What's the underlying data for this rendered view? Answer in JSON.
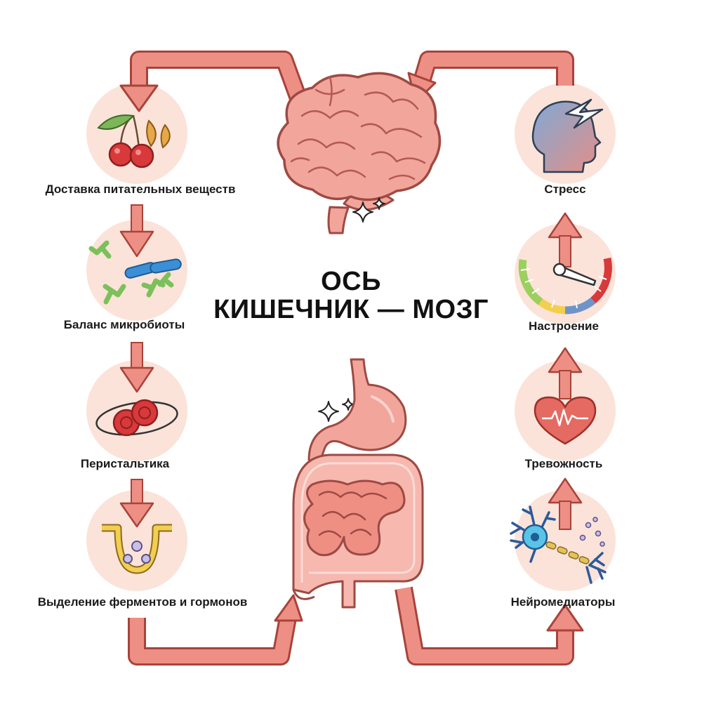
{
  "title": {
    "line1": "ОСЬ",
    "line2": "КИШЕЧНИК — МОЗГ"
  },
  "left_steps": [
    {
      "label": "Доставка питательных веществ",
      "icon": "cherries-icon"
    },
    {
      "label": "Баланс микробиоты",
      "icon": "bacteria-icon"
    },
    {
      "label": "Перистальтика",
      "icon": "cells-icon"
    },
    {
      "label": "Выделение ферментов и гормонов",
      "icon": "secretion-icon"
    }
  ],
  "right_steps": [
    {
      "label": "Стресс",
      "icon": "stressed-head-icon"
    },
    {
      "label": "Настроение",
      "icon": "mood-gauge-icon"
    },
    {
      "label": "Тревожность",
      "icon": "heart-pulse-icon"
    },
    {
      "label": "Нейромедиаторы",
      "icon": "neuron-icon"
    }
  ],
  "center_icons": [
    "brain-icon",
    "digestive-system-icon"
  ],
  "colors": {
    "circle": "#fbe3d9",
    "arrow": "#ee8f85",
    "arrow_stroke": "#a8433a",
    "organ": "#f2a59b",
    "organ_stroke": "#9d4a43"
  }
}
